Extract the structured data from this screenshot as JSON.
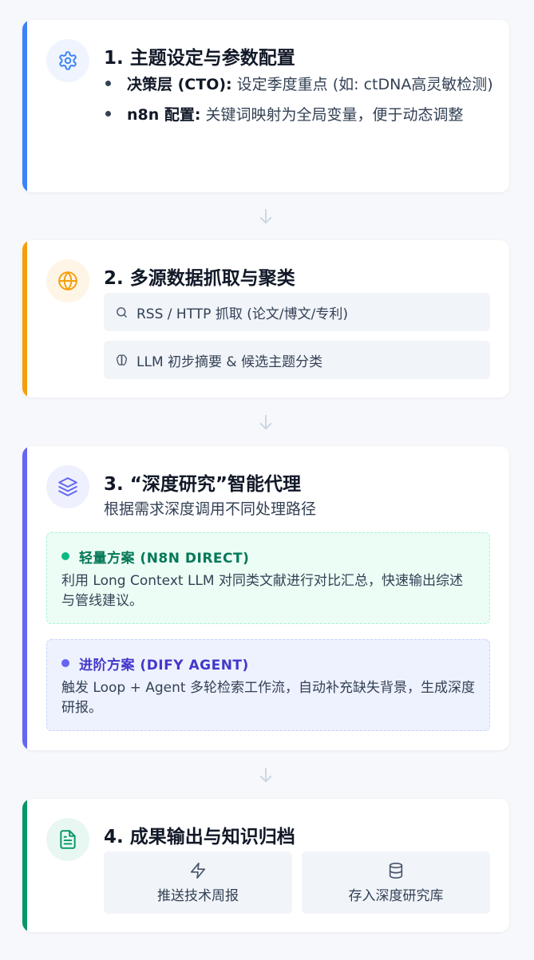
{
  "steps": [
    {
      "title": "1. 主题设定与参数配置",
      "icon": "gear-icon",
      "accent": "#3b82f6",
      "icon_bg": "#eff4fe",
      "bullets": [
        {
          "label": "决策层 (CTO):",
          "text": " 设定季度重点 (如: ctDNA高灵敏检测)"
        },
        {
          "label": "n8n 配置:",
          "text": " 关键词映射为全局变量，便于动态调整"
        }
      ]
    },
    {
      "title": "2. 多源数据抓取与聚类",
      "icon": "globe-icon",
      "accent": "#f59e0b",
      "icon_bg": "#fef5e6",
      "chips": [
        {
          "icon": "search-icon",
          "label": "RSS / HTTP 抓取 (论文/博文/专利)"
        },
        {
          "icon": "brain-icon",
          "label": "LLM 初步摘要 & 候选主题分类"
        }
      ]
    },
    {
      "title": "3. “深度研究”智能代理",
      "subtitle": "根据需求深度调用不同处理路径",
      "icon": "layers-icon",
      "accent": "#6366f1",
      "icon_bg": "#eef0fe",
      "plans": [
        {
          "title": "轻量方案 (N8N DIRECT)",
          "body": "利用 Long Context LLM 对同类文献进行对比汇总，快速输出综述与管线建议。",
          "color": "#047857",
          "dot": "#10b981",
          "bg": "#ecfdf5",
          "border": "#a7f3d0"
        },
        {
          "title": "进阶方案 (DIFY AGENT)",
          "body": "触发 Loop + Agent 多轮检索工作流，自动补充缺失背景，生成深度研报。",
          "color": "#4338ca",
          "dot": "#6366f1",
          "bg": "#eef2ff",
          "border": "#c7d2fe"
        }
      ]
    },
    {
      "title": "4. 成果输出与知识归档",
      "icon": "document-icon",
      "accent": "#059669",
      "icon_bg": "#e8f7f1",
      "tiles": [
        {
          "icon": "lightning-icon",
          "label": "推送技术周报"
        },
        {
          "icon": "database-icon",
          "label": "存入深度研究库"
        }
      ]
    }
  ],
  "colors": {
    "background": "#f7f8fb",
    "arrow": "#cbd5e1"
  }
}
